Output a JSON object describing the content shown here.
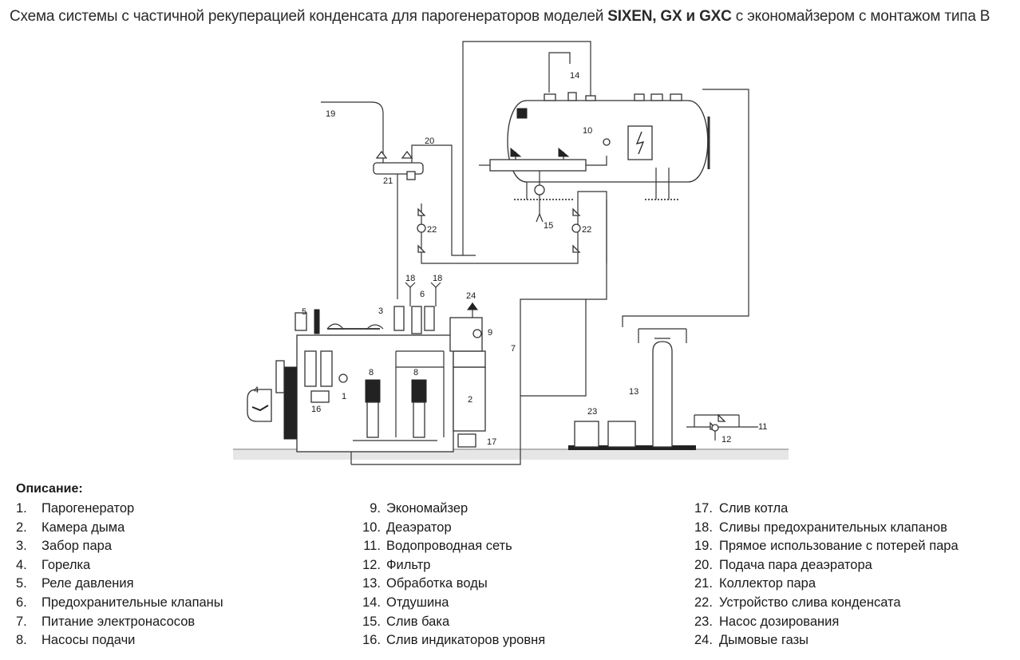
{
  "title": {
    "normal_prefix": "Схема системы с частичной рекуперацией конденсата для парогенераторов моделей ",
    "bold_models": "SIXEN, GX и GXC",
    "normal_suffix": " с экономайзером с монтажом типа B"
  },
  "diagram_labels": {
    "l1": "1",
    "l2": "2",
    "l3": "3",
    "l4": "4",
    "l5": "5",
    "l6": "6",
    "l7": "7",
    "l8a": "8",
    "l8b": "8",
    "l9": "9",
    "l10": "10",
    "l11": "11",
    "l12": "12",
    "l13": "13",
    "l14": "14",
    "l15": "15",
    "l16": "16",
    "l17": "17",
    "l18a": "18",
    "l18b": "18",
    "l19": "19",
    "l20": "20",
    "l21": "21",
    "l22a": "22",
    "l22b": "22",
    "l23": "23",
    "l24": "24"
  },
  "legend": {
    "heading": "Описание:",
    "col1": [
      {
        "num": "1.",
        "text": "Парогенератор"
      },
      {
        "num": "2.",
        "text": "Камера дыма"
      },
      {
        "num": "3.",
        "text": "Забор пара"
      },
      {
        "num": "4.",
        "text": "Горелка"
      },
      {
        "num": "5.",
        "text": "Реле давления"
      },
      {
        "num": "6.",
        "text": "Предохранительные клапаны"
      },
      {
        "num": "7.",
        "text": "Питание электронасосов"
      },
      {
        "num": "8.",
        "text": "Насосы подачи"
      }
    ],
    "col2": [
      {
        "num": "9.",
        "text": "Экономайзер"
      },
      {
        "num": "10.",
        "text": "Деаэратор"
      },
      {
        "num": "11.",
        "text": "Водопроводная сеть"
      },
      {
        "num": "12.",
        "text": "Фильтр"
      },
      {
        "num": "13.",
        "text": "Обработка воды"
      },
      {
        "num": "14.",
        "text": "Отдушина"
      },
      {
        "num": "15.",
        "text": "Слив бака"
      },
      {
        "num": "16.",
        "text": "Слив индикаторов уровня"
      }
    ],
    "col3": [
      {
        "num": "17.",
        "text": "Слив котла"
      },
      {
        "num": "18.",
        "text": "Сливы предохранительных клапанов"
      },
      {
        "num": "19.",
        "text": "Прямое использование с потерей пара"
      },
      {
        "num": "20.",
        "text": "Подача пара деаэратора"
      },
      {
        "num": "21.",
        "text": "Коллектор пара"
      },
      {
        "num": "22.",
        "text": "Устройство слива конденсата"
      },
      {
        "num": "23.",
        "text": "Насос дозирования"
      },
      {
        "num": "24.",
        "text": "Дымовые газы"
      }
    ]
  }
}
